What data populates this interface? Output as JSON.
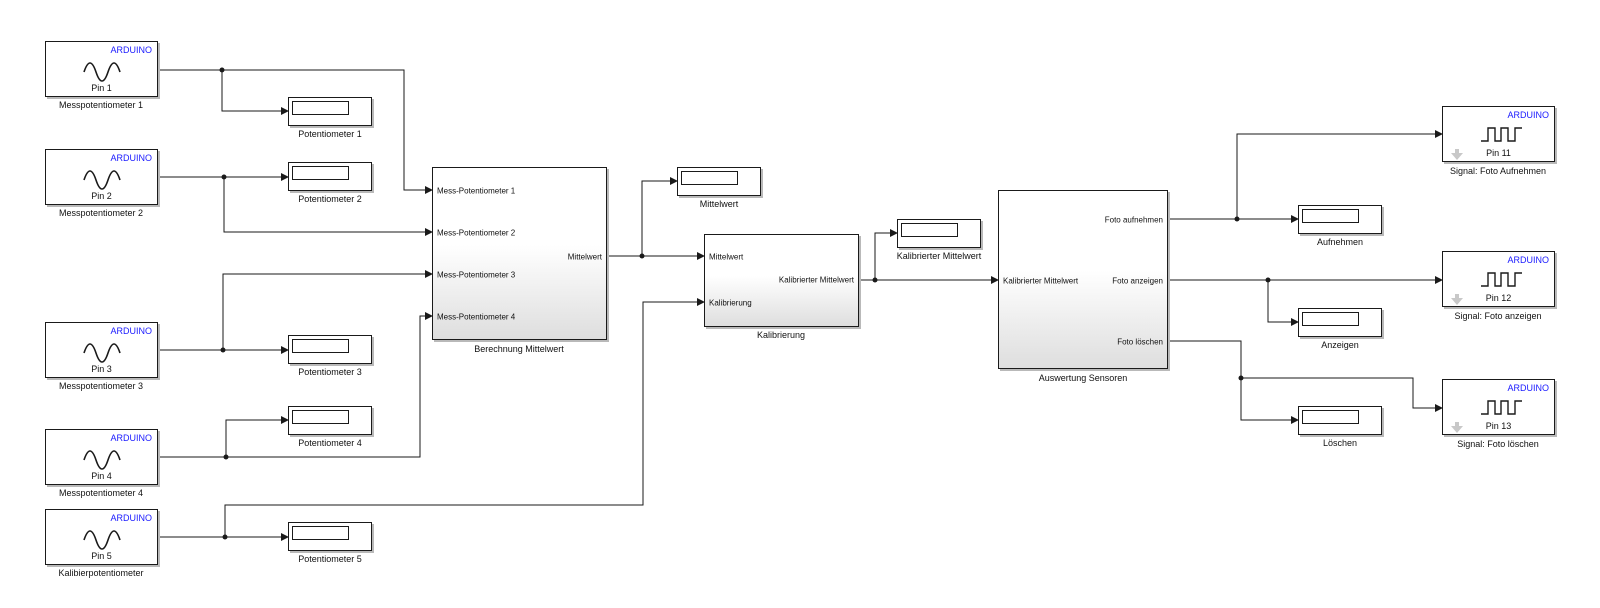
{
  "colors": {
    "arduino_tag": "#1a1aff",
    "line": "#1a1a1a"
  },
  "inputs": [
    {
      "tag": "ARDUINO",
      "pin": "Pin 1",
      "name": "Messpotentiometer 1",
      "icon": "sine-wave-icon"
    },
    {
      "tag": "ARDUINO",
      "pin": "Pin 2",
      "name": "Messpotentiometer 2",
      "icon": "sine-wave-icon"
    },
    {
      "tag": "ARDUINO",
      "pin": "Pin 3",
      "name": "Messpotentiometer 3",
      "icon": "sine-wave-icon"
    },
    {
      "tag": "ARDUINO",
      "pin": "Pin 4",
      "name": "Messpotentiometer 4",
      "icon": "sine-wave-icon"
    },
    {
      "tag": "ARDUINO",
      "pin": "Pin 5",
      "name": "Kalibierpotentiometer",
      "icon": "sine-wave-icon"
    }
  ],
  "displays": {
    "pot1": "Potentiometer 1",
    "pot2": "Potentiometer 2",
    "pot3": "Potentiometer 3",
    "pot4": "Potentiometer 4",
    "pot5": "Potentiometer 5",
    "mittelwert": "Mittelwert",
    "kal_mittelwert": "Kalibrierter Mittelwert",
    "aufnehmen": "Aufnehmen",
    "anzeigen": "Anzeigen",
    "loeschen": "Löschen"
  },
  "berechnung": {
    "name": "Berechnung Mittelwert",
    "inputs": [
      "Mess-Potentiometer 1",
      "Mess-Potentiometer 2",
      "Mess-Potentiometer 3",
      "Mess-Potentiometer 4"
    ],
    "output": "Mittelwert"
  },
  "kalibrierung": {
    "name": "Kalibrierung",
    "inputs": [
      "Mittelwert",
      "Kalibrierung"
    ],
    "output": "Kalibrierter Mittelwert"
  },
  "auswertung": {
    "name": "Auswertung Sensoren",
    "input": "Kalibrierter Mittelwert",
    "outputs": [
      "Foto aufnehmen",
      "Foto anzeigen",
      "Foto löschen"
    ]
  },
  "outputs": [
    {
      "tag": "ARDUINO",
      "pin": "Pin 11",
      "name": "Signal: Foto Aufnehmen",
      "icon": "pulse-wave-icon"
    },
    {
      "tag": "ARDUINO",
      "pin": "Pin 12",
      "name": "Signal: Foto anzeigen",
      "icon": "pulse-wave-icon"
    },
    {
      "tag": "ARDUINO",
      "pin": "Pin 13",
      "name": "Signal: Foto löschen",
      "icon": "pulse-wave-icon"
    }
  ]
}
